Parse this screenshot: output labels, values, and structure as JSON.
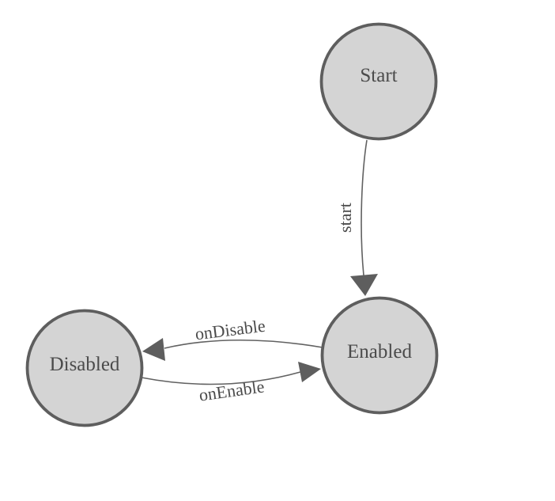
{
  "diagram": {
    "nodes": {
      "start": {
        "label": "Start"
      },
      "enabled": {
        "label": "Enabled"
      },
      "disabled": {
        "label": "Disabled"
      }
    },
    "edges": {
      "start_transition": {
        "label": "start",
        "from": "Start",
        "to": "Enabled"
      },
      "on_disable": {
        "label": "onDisable",
        "from": "Enabled",
        "to": "Disabled"
      },
      "on_enable": {
        "label": "onEnable",
        "from": "Disabled",
        "to": "Enabled"
      }
    }
  },
  "colors": {
    "background": "#ffffff",
    "node_fill": "#d4d4d4",
    "node_stroke": "#5e5e5e",
    "edge_stroke": "#616161",
    "arrow_fill": "#5e5e5e",
    "label_color": "#4b4b4b"
  }
}
